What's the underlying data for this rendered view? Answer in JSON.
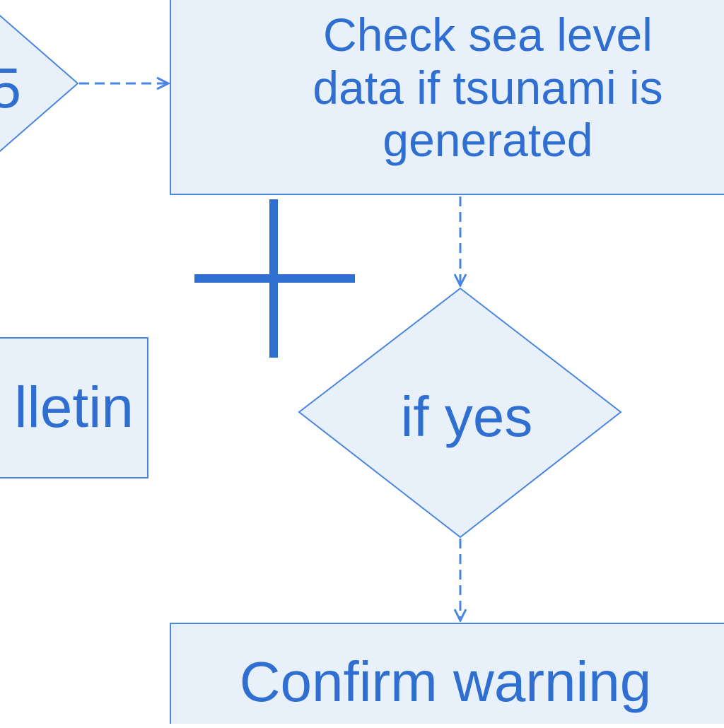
{
  "diagram": {
    "nodes": {
      "check_sea_level": {
        "label": "Check sea level\ndata if tsunami is\ngenerated",
        "shape": "rectangle"
      },
      "bulletin": {
        "label": "lletin",
        "shape": "rectangle"
      },
      "if_yes": {
        "label": "if yes",
        "shape": "diamond"
      },
      "confirm_warning": {
        "label": "Confirm warning",
        "shape": "rectangle"
      },
      "left_decision": {
        "label": "5",
        "shape": "diamond"
      }
    },
    "edges": [
      {
        "from": "left_decision",
        "to": "check_sea_level",
        "style": "dashed"
      },
      {
        "from": "check_sea_level",
        "to": "if_yes",
        "style": "dashed"
      },
      {
        "from": "if_yes",
        "to": "confirm_warning",
        "style": "dashed"
      }
    ],
    "colors": {
      "stroke": "#4a86e0",
      "fill": "#e8f0fa",
      "text": "#2f6fd1",
      "cross_mark": "#2f6fd1"
    }
  }
}
